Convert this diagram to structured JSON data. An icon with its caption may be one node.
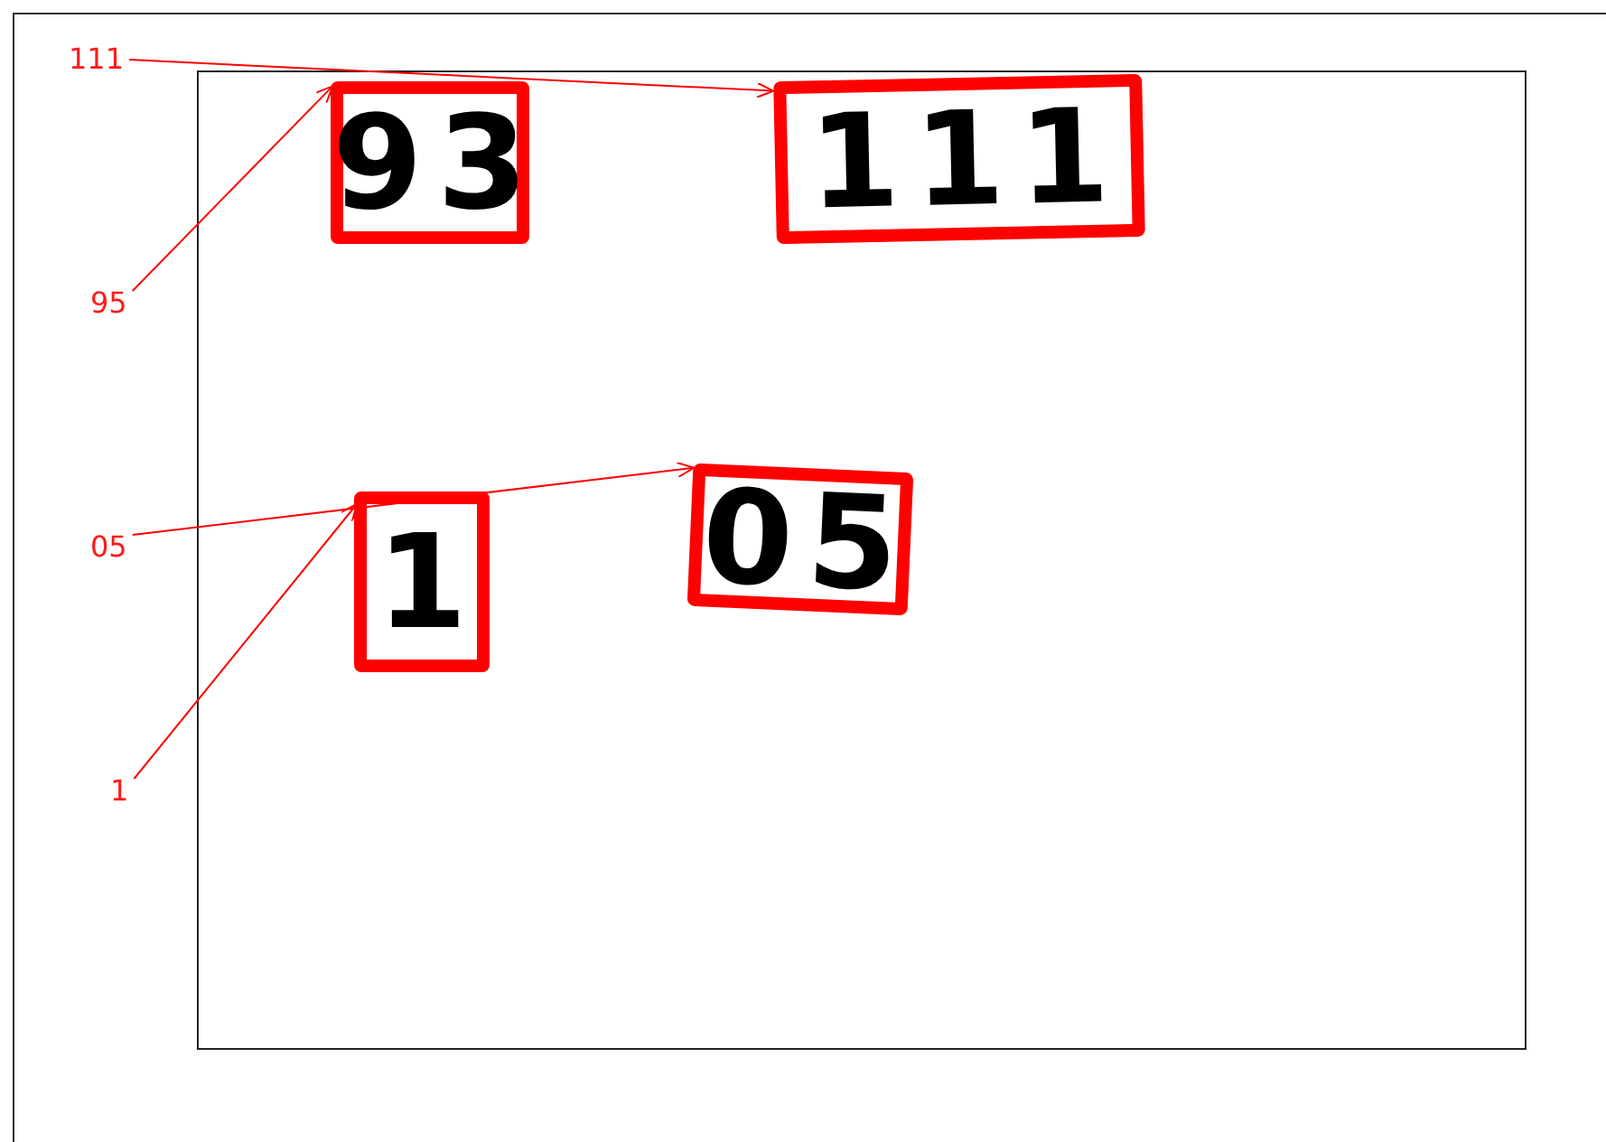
{
  "diagram": {
    "nodes": [
      {
        "text": [
          "111"
        ]
      },
      {
        "text": [
          "93"
        ]
      },
      {
        "text": [
          "111"
        ]
      },
      {
        "text": [
          "95"
        ]
      },
      {
        "text": [
          "05"
        ]
      },
      {
        "text": [
          "1"
        ]
      },
      {
        "text": [
          "05"
        ]
      },
      {
        "text": [
          "1"
        ]
      }
    ],
    "edges": [
      {
        "from": 0,
        "to": 2,
        "arrow": "to",
        "color": "#ff0000"
      },
      {
        "from": 3,
        "to": 1,
        "arrow": "to",
        "color": "#ff0000"
      },
      {
        "from": 4,
        "to": 6,
        "arrow": "to",
        "color": "#ff0000"
      },
      {
        "from": 7,
        "to": 5,
        "arrow": "to",
        "color": "#ff0000"
      }
    ]
  }
}
